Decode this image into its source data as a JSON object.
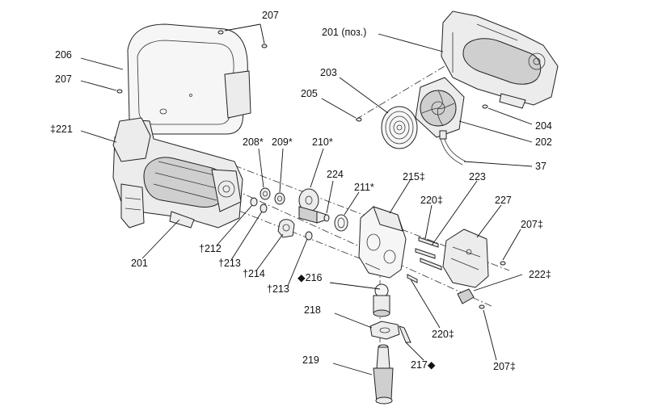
{
  "callouts": [
    {
      "id": "c207-top",
      "text": "207"
    },
    {
      "id": "c201-rep",
      "text": "201 (поз.)"
    },
    {
      "id": "c206",
      "text": "206"
    },
    {
      "id": "c207-left",
      "text": "207"
    },
    {
      "id": "c203",
      "text": "203"
    },
    {
      "id": "c205",
      "text": "205"
    },
    {
      "id": "c204",
      "text": "204"
    },
    {
      "id": "c202",
      "text": "202"
    },
    {
      "id": "c37",
      "text": "37"
    },
    {
      "id": "c221",
      "text": "‡221"
    },
    {
      "id": "c208",
      "text": "208*"
    },
    {
      "id": "c209",
      "text": "209*"
    },
    {
      "id": "c210",
      "text": "210*"
    },
    {
      "id": "c224",
      "text": "224"
    },
    {
      "id": "c215",
      "text": "215‡"
    },
    {
      "id": "c223",
      "text": "223"
    },
    {
      "id": "c211",
      "text": "211*"
    },
    {
      "id": "c220-top",
      "text": "220‡"
    },
    {
      "id": "c227",
      "text": "227"
    },
    {
      "id": "c207-right",
      "text": "207‡"
    },
    {
      "id": "c201",
      "text": "201"
    },
    {
      "id": "c212",
      "text": "†212"
    },
    {
      "id": "c213-a",
      "text": "†213"
    },
    {
      "id": "c214",
      "text": "†214"
    },
    {
      "id": "c216",
      "text": "◆216"
    },
    {
      "id": "c222",
      "text": "222‡"
    },
    {
      "id": "c213-b",
      "text": "†213"
    },
    {
      "id": "c218",
      "text": "218"
    },
    {
      "id": "c220-bot",
      "text": "220‡"
    },
    {
      "id": "c217",
      "text": "217◆"
    },
    {
      "id": "c207-bot",
      "text": "207‡"
    },
    {
      "id": "c219",
      "text": "219"
    }
  ]
}
